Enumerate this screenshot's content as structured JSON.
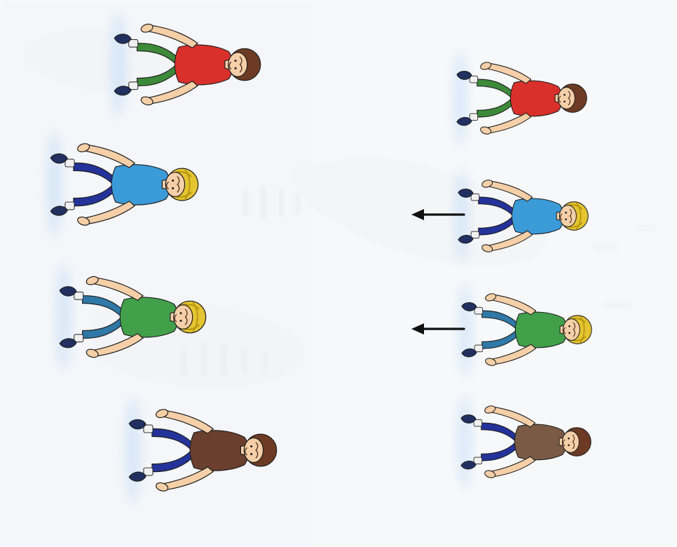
{
  "figures": [
    {
      "column": "left",
      "position": 1,
      "shirt_color": "#d9302b",
      "pants_color": "#3d8a3a",
      "hair_color": "#6d3b24",
      "helmet": false
    },
    {
      "column": "left",
      "position": 2,
      "shirt_color": "#3b9ad8",
      "pants_color": "#24339a",
      "hair_color": "#e4c531",
      "helmet": true
    },
    {
      "column": "left",
      "position": 3,
      "shirt_color": "#42a04b",
      "pants_color": "#2f78a7",
      "hair_color": "#e4c531",
      "helmet": true
    },
    {
      "column": "left",
      "position": 4,
      "shirt_color": "#6a3f2d",
      "pants_color": "#24339a",
      "hair_color": "#6d3b24",
      "helmet": false
    },
    {
      "column": "right",
      "position": 1,
      "shirt_color": "#d9302b",
      "pants_color": "#3d8a3a",
      "hair_color": "#6d3b24",
      "helmet": false
    },
    {
      "column": "right",
      "position": 2,
      "shirt_color": "#3b9ad8",
      "pants_color": "#24339a",
      "hair_color": "#e4c531",
      "helmet": true
    },
    {
      "column": "right",
      "position": 3,
      "shirt_color": "#42a04b",
      "pants_color": "#2f78a7",
      "hair_color": "#e4c531",
      "helmet": true
    },
    {
      "column": "right",
      "position": 4,
      "shirt_color": "#7b5a45",
      "pants_color": "#24339a",
      "hair_color": "#6d3b24",
      "helmet": false
    }
  ],
  "arrows": [
    {
      "row": 2,
      "direction": "left"
    },
    {
      "row": 3,
      "direction": "left"
    }
  ],
  "colors": {
    "background": "#f7f8fa",
    "ghost_text": "#dde1e8",
    "ice_glow": "#b6d7f7"
  }
}
